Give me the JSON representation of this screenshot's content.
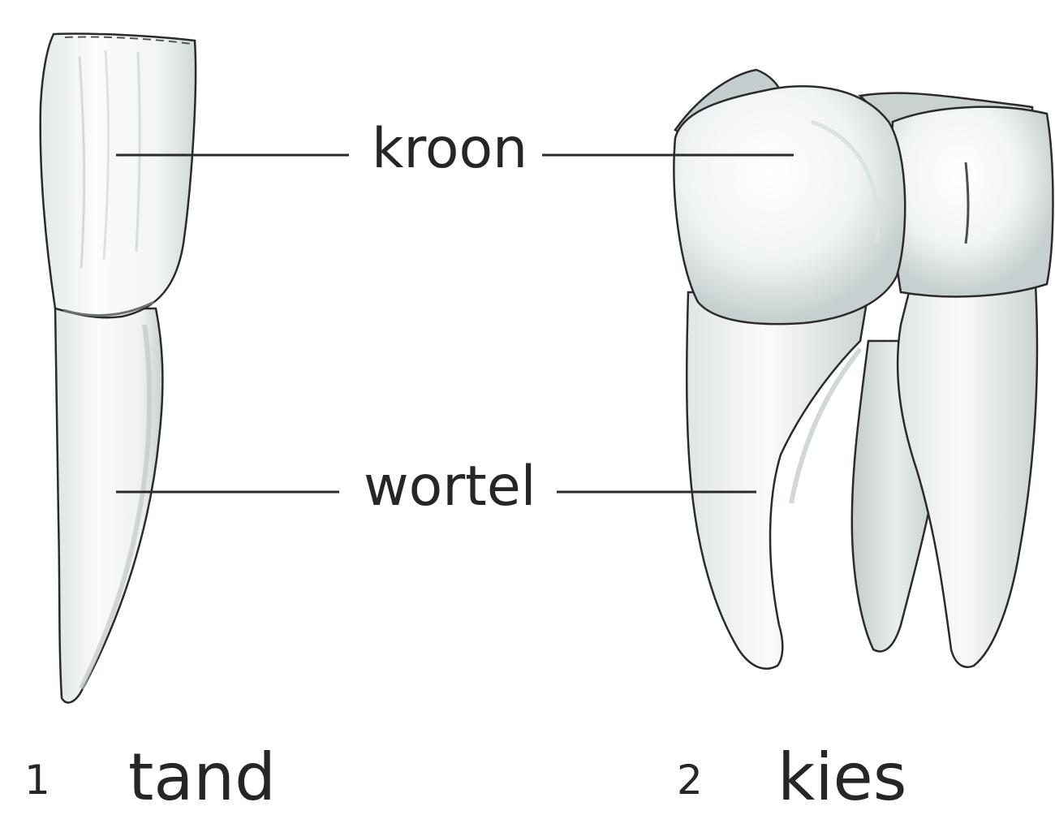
{
  "labels": {
    "crown": "kroon",
    "root": "wortel"
  },
  "captions": [
    {
      "number": "1",
      "name": "tand"
    },
    {
      "number": "2",
      "name": "kies"
    }
  ],
  "colors": {
    "enamel_light": "#fbfcfc",
    "enamel_shadow": "#c9d2d2",
    "outline": "#2b2b2b",
    "leader_line": "#2a2a2a",
    "text": "#262626"
  }
}
